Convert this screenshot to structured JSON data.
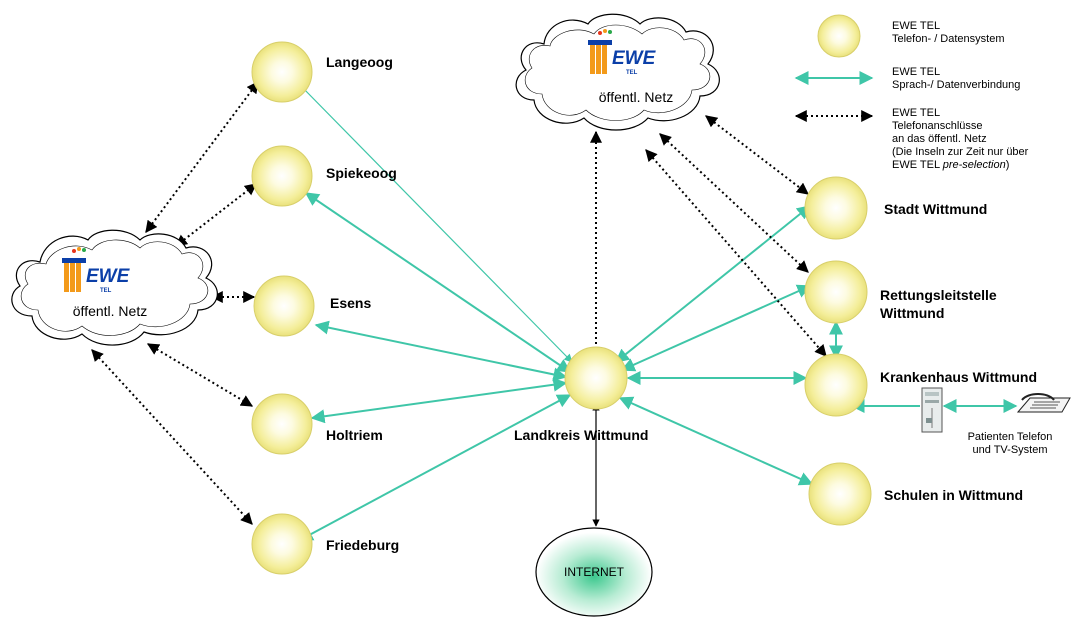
{
  "colors": {
    "node_fill": "#f7f3a6",
    "node_center": "#ffffff",
    "connection": "#3fc6a8",
    "phone_line": "#000000",
    "internet_glow": "#3cc88e",
    "logo_blue": "#0b3fa8",
    "logo_orange": "#f39a1a"
  },
  "nodes": {
    "langeoog": "Langeoog",
    "spiekeoog": "Spiekeoog",
    "esens": "Esens",
    "holtriem": "Holtriem",
    "friedeburg": "Friedeburg",
    "landkreis": "Landkreis Wittmund",
    "stadt": "Stadt  Wittmund",
    "rettung_line1": "Rettungsleitstelle",
    "rettung_line2": "Wittmund",
    "krankenhaus": "Krankenhaus Wittmund",
    "schulen": "Schulen  in  Wittmund"
  },
  "clouds": {
    "left_label": "öffentl. Netz",
    "top_label": "öffentl. Netz",
    "logo_text": "EWE",
    "logo_sub": "TEL"
  },
  "internet": {
    "label": "INTERNET"
  },
  "patient": {
    "line1": "Patienten Telefon",
    "line2": "und TV-System"
  },
  "legend": {
    "node": {
      "line1": "EWE TEL",
      "line2": "Telefon- / Datensystem"
    },
    "data_link": {
      "line1": "EWE TEL",
      "line2": "Sprach-/ Datenverbindung"
    },
    "phone_link": {
      "line1": "EWE TEL",
      "line2": "Telefonanschlüsse",
      "line3": "an das öffentl. Netz",
      "line4": "(Die Inseln zur Zeit nur über",
      "line5_prefix": "EWE TEL ",
      "line5_italic": "pre-selection",
      "line5_suffix": ")"
    }
  }
}
